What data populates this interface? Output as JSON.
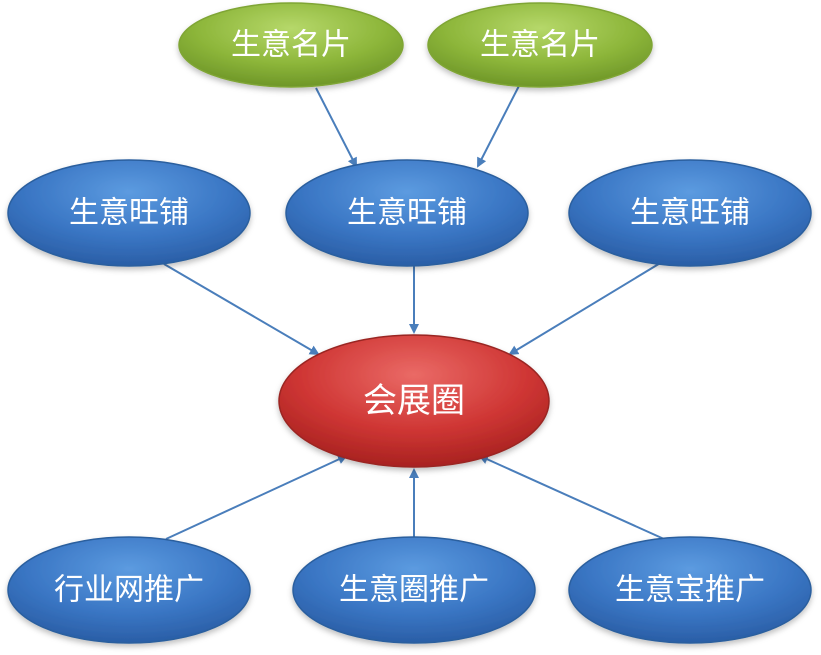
{
  "colors": {
    "green": "#8db63a",
    "blue": "#3f7fcd",
    "red": "#d13a3a",
    "arrow": "#4a7ebb"
  },
  "nodes": {
    "card1": "生意名片",
    "card2": "生意名片",
    "shop_left": "生意旺铺",
    "shop_center": "生意旺铺",
    "shop_right": "生意旺铺",
    "hub": "会展圈",
    "promo_industry": "行业网推广",
    "promo_circle": "生意圈推广",
    "promo_treasure": "生意宝推广"
  }
}
